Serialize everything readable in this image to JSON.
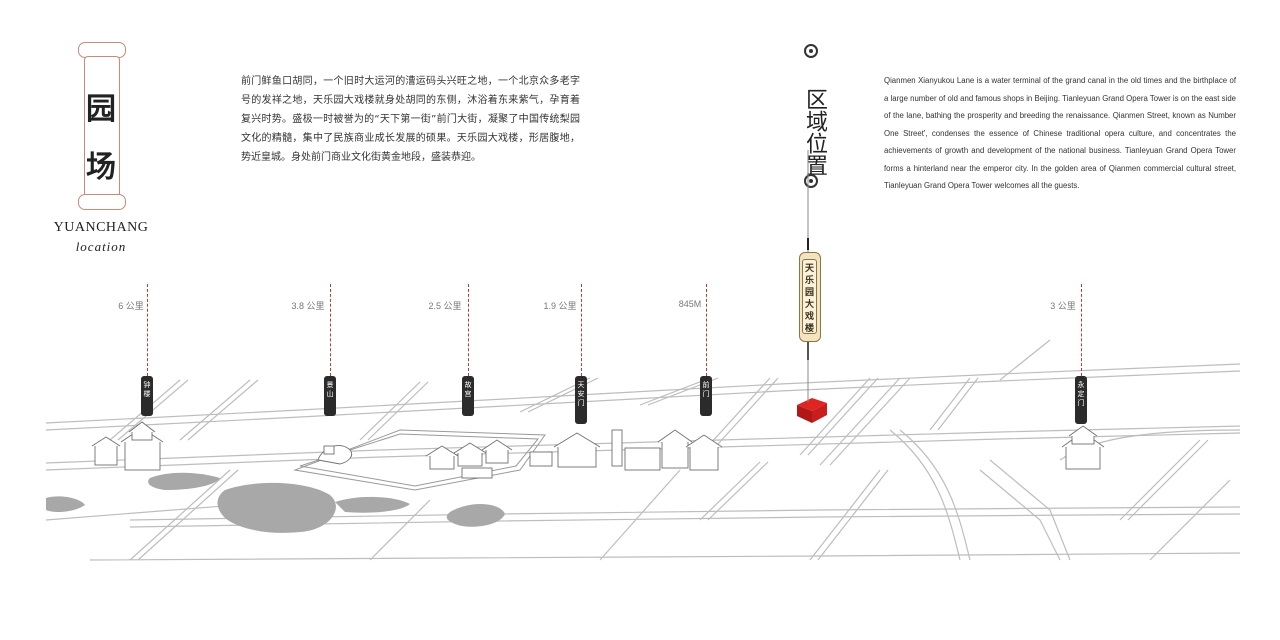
{
  "brand": {
    "seal_chars": [
      "园",
      "场"
    ],
    "name_en": "YUANCHANG",
    "subtitle": "location"
  },
  "intro_cn": "前门鲜鱼口胡同，一个旧时大运河的漕运码头兴旺之地，一个北京众多老字号的发祥之地，天乐园大戏楼就身处胡同的东侧，沐浴着东来紫气，孕育着复兴时势。盛极一时被誉为的“天下第一街”前门大街，凝聚了中国传统梨园文化的精髓，集中了民族商业成长发展的硕果。天乐园大戏楼，形居腹地，势近皇城。身处前门商业文化街黄金地段，盛装恭迎。",
  "title_cn": "区域位置",
  "intro_en": "Qianmen Xianyukou Lane is a water terminal of the grand canal in the old times and the birthplace of a large number of old and famous shops in Beijing. Tianleyuan Grand Opera Tower is on the east side of the lane, bathing the prosperity and breeding the renaissance. Qianmen Street, known as Number One Street', condenses the essence of Chinese traditional opera culture, and concentrates the achievements of growth and development of the national business. Tianleyuan Grand Opera Tower forms a hinterland near the emperor city. In the golden area of Qianmen commercial cultural street, Tianleyuan Grand Opera Tower welcomes all the guests.",
  "main_landmark": {
    "name_chars": [
      "天",
      "乐",
      "园",
      "大",
      "戏",
      "楼"
    ]
  },
  "landmarks": [
    {
      "distance": "6 公里",
      "chars": [
        "钟",
        "楼"
      ]
    },
    {
      "distance": "3.8 公里",
      "chars": [
        "景",
        "山"
      ]
    },
    {
      "distance": "2.5 公里",
      "chars": [
        "故",
        "宫"
      ]
    },
    {
      "distance": "1.9 公里",
      "chars": [
        "天",
        "安",
        "门"
      ]
    },
    {
      "distance": "845M",
      "chars": [
        "前",
        "门"
      ]
    },
    {
      "distance": "3 公里",
      "chars": [
        "永",
        "定",
        "门"
      ]
    }
  ],
  "colors": {
    "accent_red": "#c0392b",
    "seal_border": "#c98a7a",
    "tag_dark": "#2b2b2b",
    "tag_gold": "#f3e3c0",
    "lake_gray": "#a8a8a8"
  }
}
